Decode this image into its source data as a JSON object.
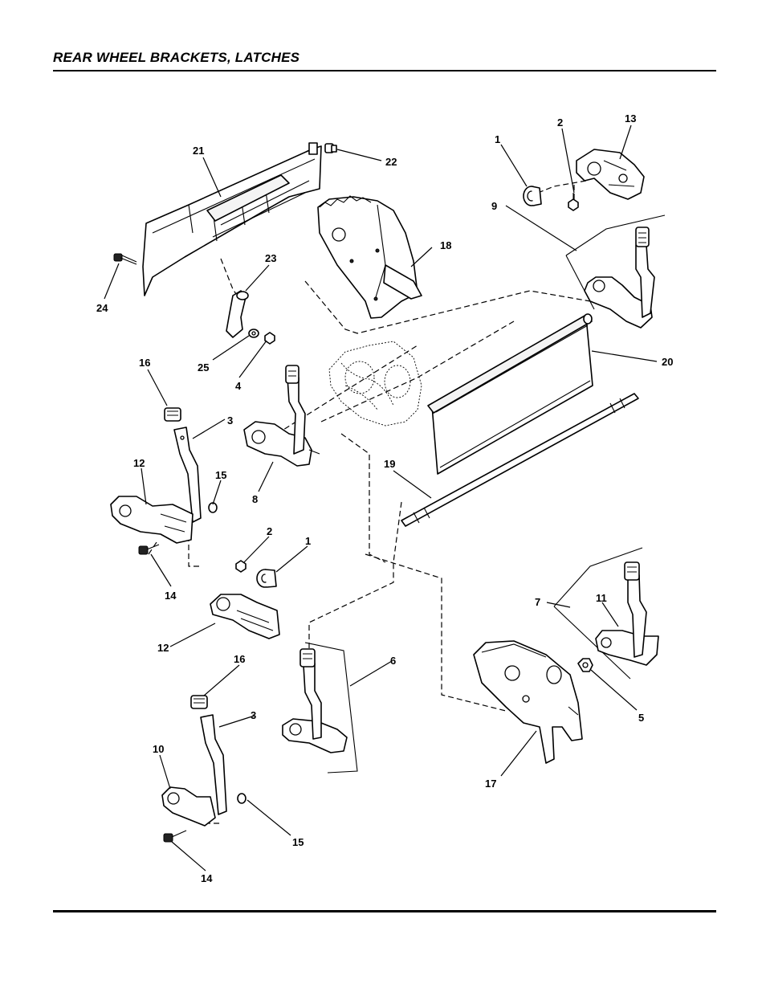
{
  "header": {
    "title": "REAR WHEEL BRACKETS, LATCHES"
  },
  "callouts": {
    "c1a": "1",
    "c2a": "2",
    "c13": "13",
    "c9": "9",
    "c21": "21",
    "c22": "22",
    "c18": "18",
    "c23": "23",
    "c24": "24",
    "c25": "25",
    "c4": "4",
    "c20": "20",
    "c16a": "16",
    "c3a": "3",
    "c12a": "12",
    "c15a": "15",
    "c8": "8",
    "c19": "19",
    "c14a": "14",
    "c2b": "2",
    "c1b": "1",
    "c7": "7",
    "c11": "11",
    "c12b": "12",
    "c6": "6",
    "c5": "5",
    "c16b": "16",
    "c3b": "3",
    "c10": "10",
    "c17": "17",
    "c15b": "15",
    "c14b": "14"
  }
}
